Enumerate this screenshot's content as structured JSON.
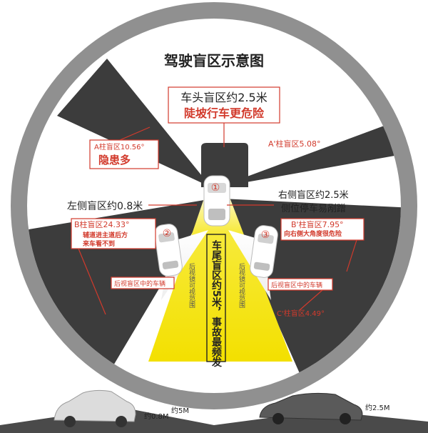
{
  "title": "驾驶盲区示意图",
  "front_blind": {
    "line1": "车头盲区约2.5米",
    "line2": "陡坡行车更危险"
  },
  "a_pillar_left": {
    "line1": "A柱盲区10.56°",
    "line2": "隐患多"
  },
  "a_pillar_right": {
    "line1": "A'柱盲区5.08°"
  },
  "left_side": {
    "label": "左侧盲区约0.8米"
  },
  "right_side": {
    "line1": "右侧盲区约2.5米",
    "line2": "侧位停车易剐蹭"
  },
  "b_pillar_left": {
    "line1": "B柱盲区24.33°",
    "line2": "辅道进主道后方",
    "line3": "来车看不到"
  },
  "b_pillar_right": {
    "line1": "B'柱盲区7.95°",
    "line2": "向右侧大角度很危险"
  },
  "mirror_left": {
    "label": "后视盲区中的车辆"
  },
  "mirror_right": {
    "label": "后视盲区中的车辆"
  },
  "mirror_view_left": "后视镜可视范围",
  "mirror_view_right": "后视镜可视范围",
  "rear_blind": {
    "label": "车尾盲区约5米，事故最频发"
  },
  "c_pillar_right": {
    "label": "C'柱盲区4.49°"
  },
  "markers": {
    "m1": "①",
    "m2": "②",
    "m3": "③"
  },
  "bottom": {
    "left_dist": "约0.8M",
    "mid_dist": "约5M",
    "right_dist": "约2.5M"
  },
  "colors": {
    "ring": "#909090",
    "blind_zone": "#3c3c3c",
    "cone": "#f5e600",
    "accent": "#d23a2c",
    "text_dark": "#333333"
  }
}
